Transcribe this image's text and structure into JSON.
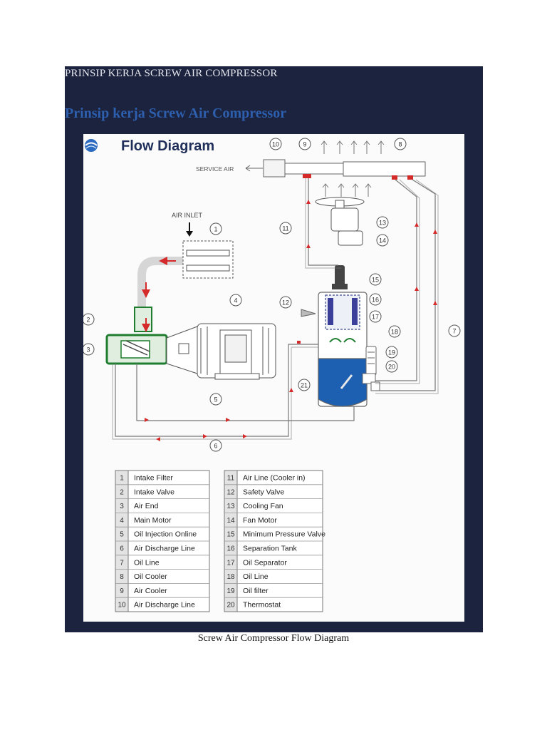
{
  "page": {
    "header_title": "PRINSIP KERJA SCREW AIR COMPRESSOR",
    "sub_title": "Prinsip kerja Screw Air Compressor",
    "caption": "Screw Air Compressor Flow Diagram"
  },
  "diagram": {
    "title": "Flow Diagram",
    "service_air_label": "SERVICE AIR",
    "air_inlet_label": "AIR INLET",
    "callouts": [
      "1",
      "2",
      "3",
      "4",
      "5",
      "6",
      "7",
      "8",
      "9",
      "10",
      "11",
      "12",
      "13",
      "14",
      "15",
      "16",
      "17",
      "18",
      "19",
      "20",
      "21"
    ],
    "colors": {
      "panel": "#1c233e",
      "accent_red": "#d42a2a",
      "oil_blue": "#1d5fb0",
      "airend_green": "#1e7d2f"
    }
  },
  "legend": {
    "left": [
      {
        "num": "1",
        "label": "Intake Filter"
      },
      {
        "num": "2",
        "label": "Intake Valve"
      },
      {
        "num": "3",
        "label": "Air End"
      },
      {
        "num": "4",
        "label": "Main Motor"
      },
      {
        "num": "5",
        "label": "Oil Injection Online"
      },
      {
        "num": "6",
        "label": "Air Discharge Line"
      },
      {
        "num": "7",
        "label": "Oil Line"
      },
      {
        "num": "8",
        "label": "Oil Cooler"
      },
      {
        "num": "9",
        "label": "Air Cooler"
      },
      {
        "num": "10",
        "label": "Air Discharge Line"
      }
    ],
    "right": [
      {
        "num": "11",
        "label": "Air Line (Cooler in)"
      },
      {
        "num": "12",
        "label": "Safety Valve"
      },
      {
        "num": "13",
        "label": "Cooling Fan"
      },
      {
        "num": "14",
        "label": "Fan Motor"
      },
      {
        "num": "15",
        "label": "Minimum Pressure Valve"
      },
      {
        "num": "16",
        "label": "Separation Tank"
      },
      {
        "num": "17",
        "label": "Oil Separator"
      },
      {
        "num": "18",
        "label": "Oil Line"
      },
      {
        "num": "19",
        "label": "Oil filter"
      },
      {
        "num": "20",
        "label": "Thermostat"
      }
    ]
  }
}
